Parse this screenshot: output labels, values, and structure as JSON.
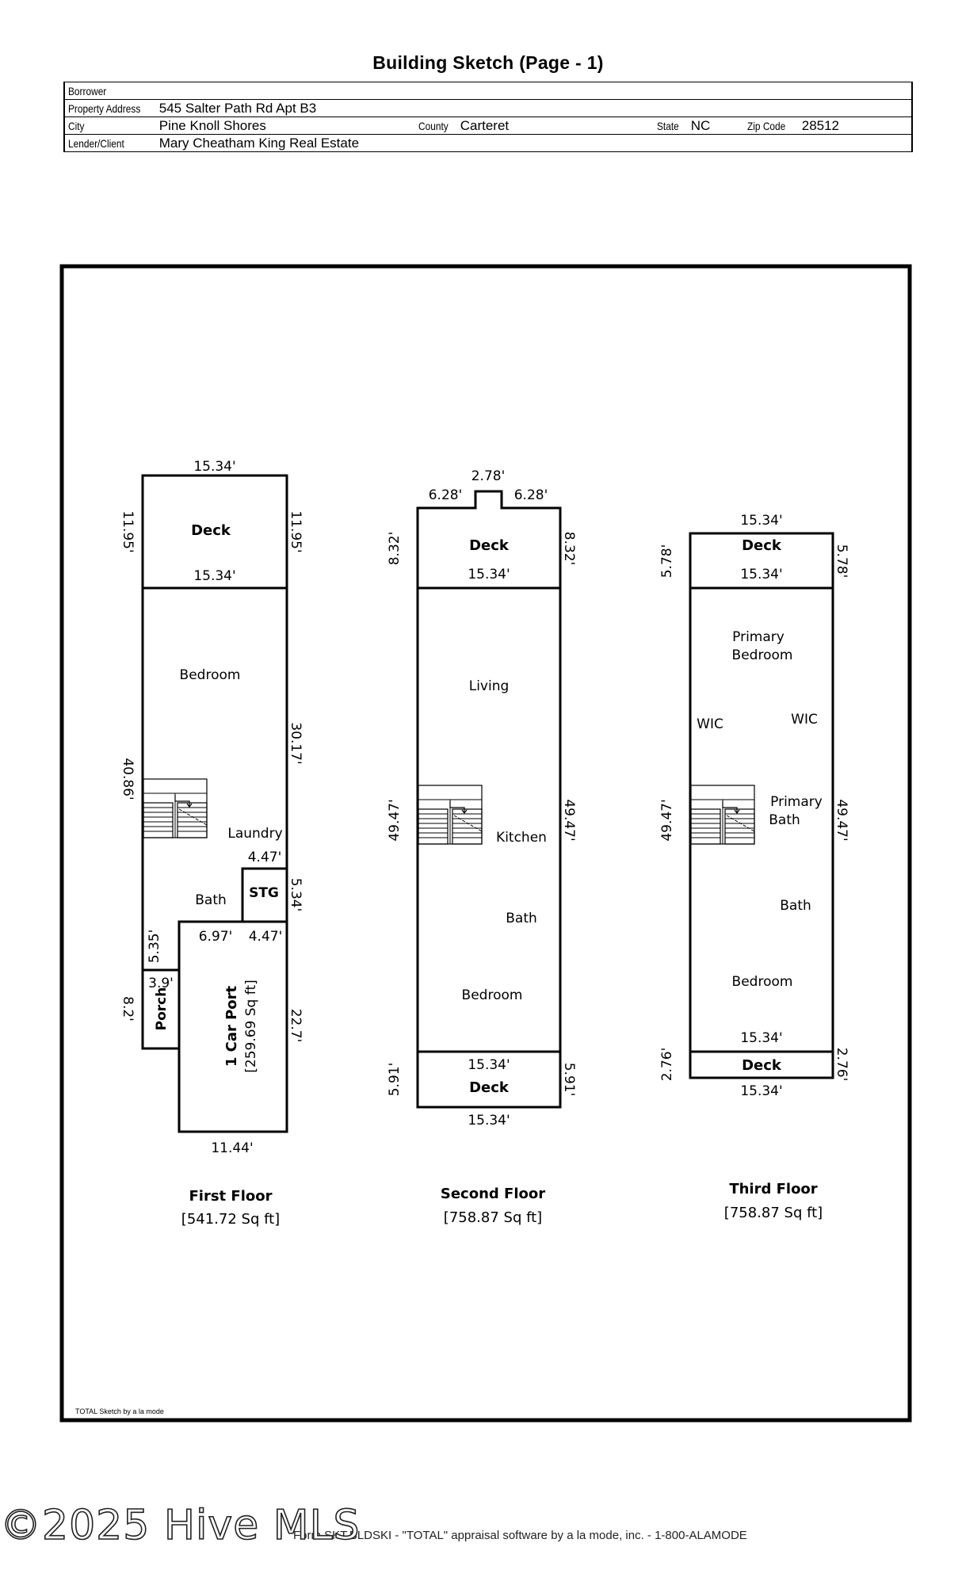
{
  "title": "Building Sketch (Page - 1)",
  "header": {
    "borrower_label": "Borrower",
    "borrower_value": "",
    "address_label": "Property Address",
    "address_value": "545 Salter Path Rd Apt B3",
    "city_label": "City",
    "city_value": "Pine Knoll Shores",
    "county_label": "County",
    "county_value": "Carteret",
    "state_label": "State",
    "state_value": "NC",
    "zip_label": "Zip Code",
    "zip_value": "28512",
    "lender_label": "Lender/Client",
    "lender_value": "Mary Cheatham King Real Estate"
  },
  "floors": {
    "first": {
      "name": "First Floor",
      "area": "[541.72 Sq ft]",
      "rooms": {
        "deck": "Deck",
        "bedroom": "Bedroom",
        "laundry": "Laundry",
        "stg": "STG",
        "bath": "Bath",
        "porch": "Porch",
        "carport": "1 Car Port",
        "carport_area": "[259.69 Sq ft]"
      },
      "dims": {
        "deck_top": "15.34'",
        "deck_left": "11.95'",
        "deck_right": "11.95'",
        "deck_bottom": "15.34'",
        "left_long": "40.86'",
        "right_long": "30.17'",
        "laundry_w": "4.47'",
        "stg_right": "5.34'",
        "carport_top_left": "6.97'",
        "carport_top_right": "4.47'",
        "bath_left": "5.35'",
        "porch_top": "3.9'",
        "porch_left": "8.2'",
        "carport_right": "22.7'",
        "carport_bottom": "11.44'"
      }
    },
    "second": {
      "name": "Second Floor",
      "area": "[758.87 Sq ft]",
      "rooms": {
        "deck_top": "Deck",
        "living": "Living",
        "kitchen": "Kitchen",
        "bath": "Bath",
        "bedroom": "Bedroom",
        "deck_bottom": "Deck"
      },
      "dims": {
        "notch": "2.78'",
        "top_left": "6.28'",
        "top_right": "6.28'",
        "deck_left": "8.32'",
        "deck_right": "8.32'",
        "deck_mid": "15.34'",
        "main_left": "49.47'",
        "main_right": "49.47'",
        "bottom_deck_top": "15.34'",
        "bottom_deck_left": "5.91'",
        "bottom_deck_right": "5.91'",
        "bottom": "15.34'"
      }
    },
    "third": {
      "name": "Third Floor",
      "area": "[758.87 Sq ft]",
      "rooms": {
        "deck_top": "Deck",
        "primary_bedroom_1": "Primary",
        "primary_bedroom_2": "Bedroom",
        "wic_left": "WIC",
        "wic_right": "WIC",
        "primary_bath_1": "Primary",
        "primary_bath_2": "Bath",
        "bath": "Bath",
        "bedroom": "Bedroom",
        "deck_bottom": "Deck"
      },
      "dims": {
        "top": "15.34'",
        "deck_left": "5.78'",
        "deck_right": "5.78'",
        "deck_mid": "15.34'",
        "main_left": "49.47'",
        "main_right": "49.47'",
        "bottom_deck_top": "15.34'",
        "bottom_deck_left": "2.76'",
        "bottom_deck_right": "2.76'",
        "bottom": "15.34'"
      }
    }
  },
  "credit": "TOTAL Sketch by a la mode",
  "footer": "Form SKT.BLDSKI - \"TOTAL\" appraisal software by a la mode, inc. - 1-800-ALAMODE",
  "watermark": "©2025 Hive MLS"
}
